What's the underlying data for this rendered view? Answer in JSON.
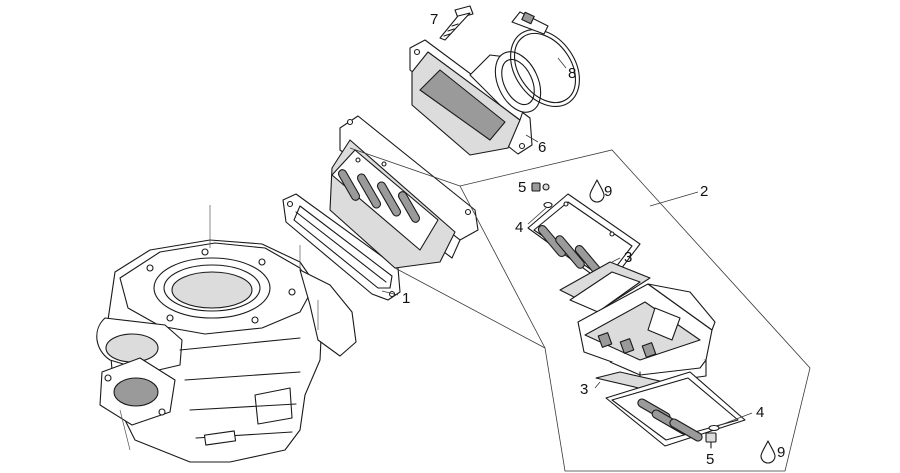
{
  "callouts": {
    "c1": "1",
    "c2": "2",
    "c3a": "3",
    "c3b": "3",
    "c4a": "4",
    "c4b": "4",
    "c5a": "5",
    "c5b": "5",
    "c6": "6",
    "c7": "7",
    "c8": "8",
    "c9a": "9",
    "c9b": "9"
  }
}
